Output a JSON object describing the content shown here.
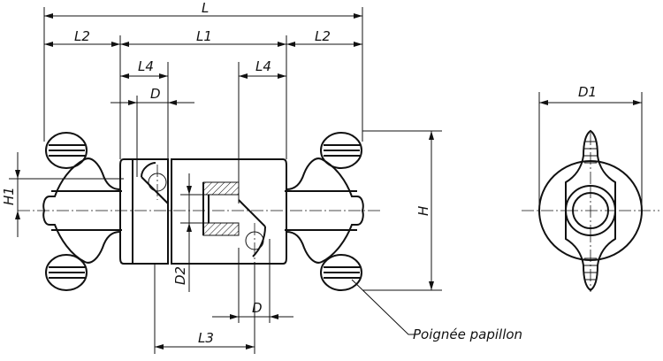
{
  "dimensions": {
    "L": "L",
    "L1": "L1",
    "L2_left": "L2",
    "L2_right": "L2",
    "L3": "L3",
    "L4_left": "L4",
    "L4_right": "L4",
    "D_top": "D",
    "D_bottom": "D",
    "D1": "D1",
    "D2": "D2",
    "H": "H",
    "H1": "H1"
  },
  "callout": {
    "label": "Poignée papillon"
  }
}
